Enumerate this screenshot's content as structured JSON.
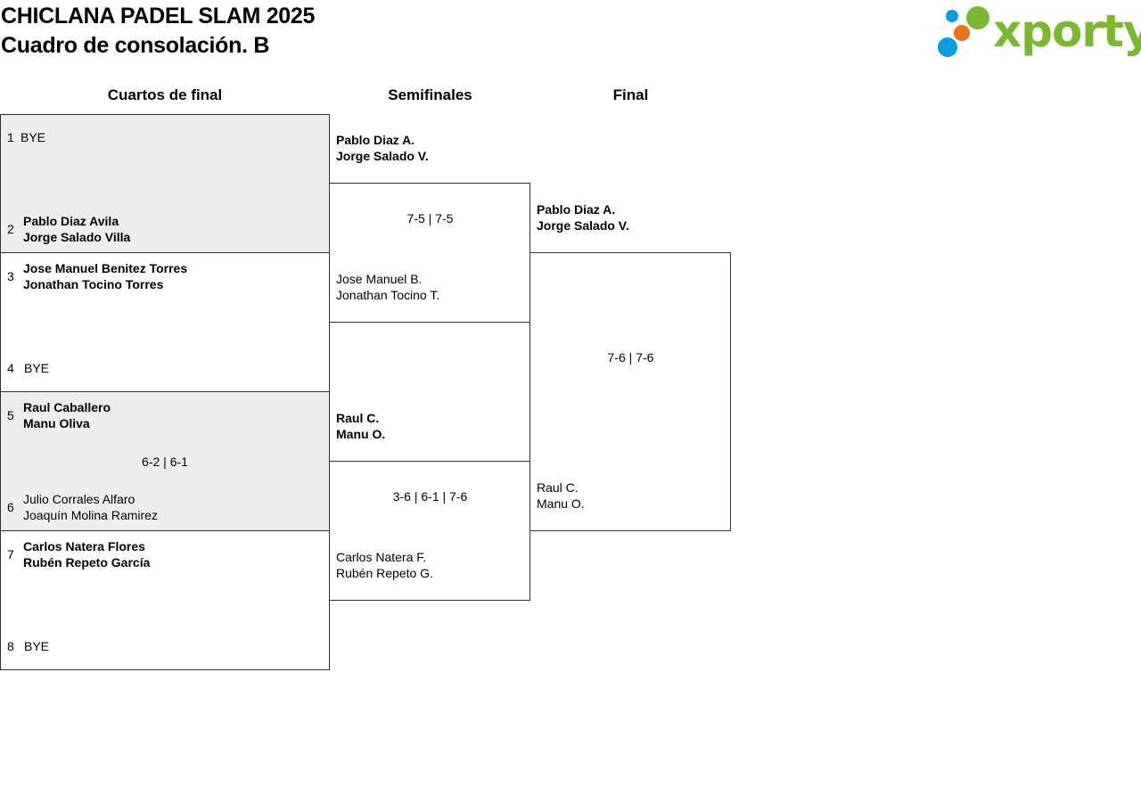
{
  "header": {
    "title": "CHICLANA PADEL SLAM 2025",
    "subtitle": "Cuadro de consolación. B"
  },
  "logo": {
    "text": "xporty",
    "colors": {
      "green": "#7cb82f",
      "orange": "#e8701a",
      "blue": "#0a9ee0"
    }
  },
  "rounds": {
    "quarters": "Cuartos de final",
    "semis": "Semifinales",
    "final": "Final"
  },
  "quarters": [
    {
      "seed": "1",
      "p1": "BYE",
      "p2": ""
    },
    {
      "seed": "2",
      "p1": "Pablo Diaz Avila",
      "p2": "Jorge Salado Villa"
    },
    {
      "seed": "3",
      "p1": "Jose Manuel Benitez Torres",
      "p2": "Jonathan Tocino Torres"
    },
    {
      "seed": "4",
      "p1": "BYE",
      "p2": ""
    },
    {
      "seed": "5",
      "p1": "Raul Caballero",
      "p2": "Manu Oliva"
    },
    {
      "seed": "6",
      "p1": "Julio Corrales Alfaro",
      "p2": "Joaquín Molina Ramirez"
    },
    {
      "seed": "7",
      "p1": "Carlos Natera Flores",
      "p2": "Rubén Repeto García"
    },
    {
      "seed": "8",
      "p1": "BYE",
      "p2": ""
    }
  ],
  "quarter_scores": [
    "",
    "",
    "6-2 | 6-1",
    ""
  ],
  "semis": [
    {
      "p1": "Pablo Diaz A.",
      "p2": "Jorge Salado V."
    },
    {
      "p1": "Jose Manuel B.",
      "p2": "Jonathan Tocino T."
    },
    {
      "p1": "Raul C.",
      "p2": "Manu O."
    },
    {
      "p1": "Carlos Natera F.",
      "p2": "Rubén Repeto G."
    }
  ],
  "semi_scores": [
    "7-5 | 7-5",
    "3-6 | 6-1 | 7-6"
  ],
  "final": [
    {
      "p1": "Pablo Diaz A.",
      "p2": "Jorge Salado V."
    },
    {
      "p1": "Raul C.",
      "p2": "Manu O."
    }
  ],
  "final_score": "7-6 | 7-6"
}
